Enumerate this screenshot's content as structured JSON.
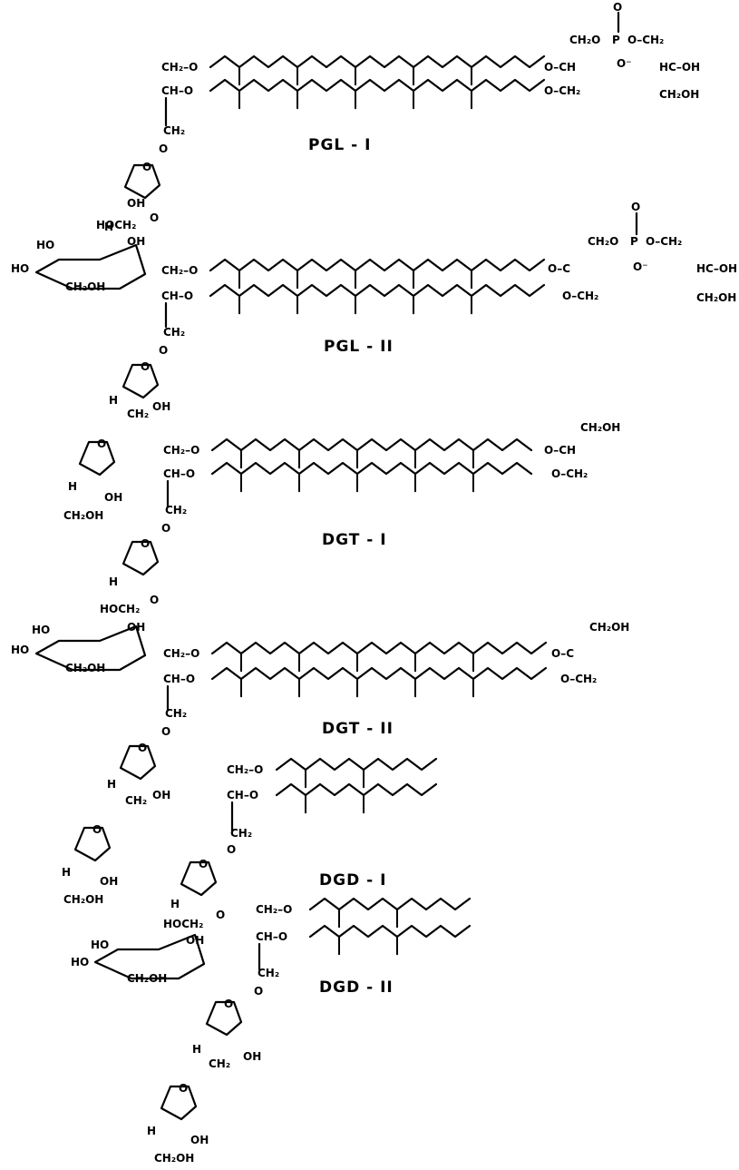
{
  "compounds": [
    {
      "name": "PGL - I"
    },
    {
      "name": "PGL - II"
    },
    {
      "name": "DGT - I"
    },
    {
      "name": "DGT - II"
    },
    {
      "name": "DGD - I"
    },
    {
      "name": "DGD - II"
    }
  ],
  "atoms": {
    "ch2o": "CH₂–O",
    "ch2o_plain": "CH₂O",
    "ch": "CH–O",
    "ch2": "CH₂",
    "o": "O",
    "oh": "OH",
    "ho": "HO",
    "h": "H",
    "hoch2": "HOCH₂",
    "ch2oh": "CH₂OH",
    "o_c": "O–C",
    "o_ch": "O–CH",
    "o_ch2": "O–CH₂",
    "p": "P",
    "o_minus": "O⁻",
    "hc_oh": "HC–OH",
    "o_ch2_b": "O–CH₂"
  }
}
